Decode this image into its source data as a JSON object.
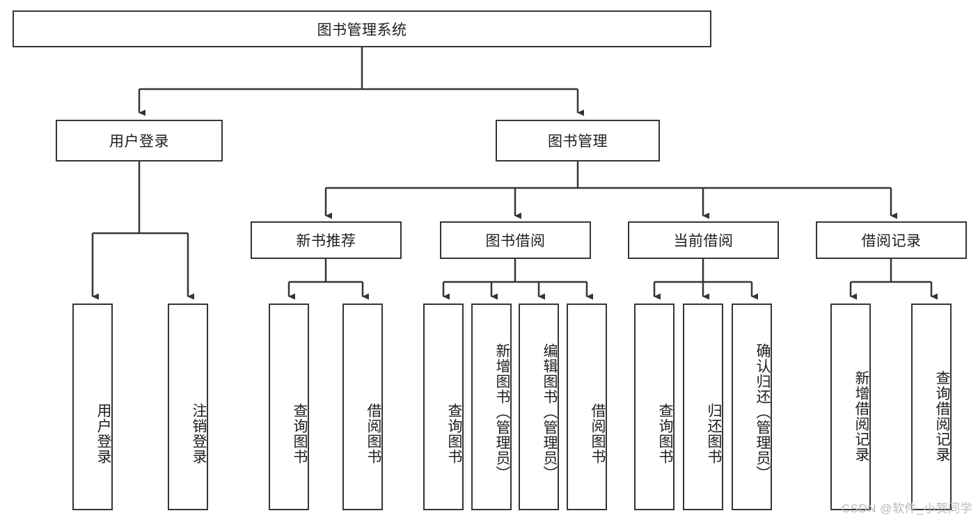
{
  "diagram": {
    "title_node": {
      "label": "图书管理系统"
    },
    "level2": [
      {
        "id": "user-login",
        "label": "用户登录"
      },
      {
        "id": "book-management",
        "label": "图书管理"
      }
    ],
    "level3": [
      {
        "id": "new-book-recommend",
        "label": "新书推荐"
      },
      {
        "id": "book-borrow",
        "label": "图书借阅"
      },
      {
        "id": "current-borrow",
        "label": "当前借阅"
      },
      {
        "id": "borrow-record",
        "label": "借阅记录"
      }
    ],
    "leaves": {
      "user_login": [
        {
          "id": "leaf-user-login",
          "label": "用户登录"
        },
        {
          "id": "leaf-logout",
          "label": "注销登录"
        }
      ],
      "new_book_recommend": [
        {
          "id": "leaf-query-book-1",
          "label": "查询图书"
        },
        {
          "id": "leaf-borrow-book-1",
          "label": "借阅图书"
        }
      ],
      "book_borrow": [
        {
          "id": "leaf-query-book-2",
          "label": "查询图书"
        },
        {
          "id": "leaf-add-book",
          "label": "新增图书（管理员）"
        },
        {
          "id": "leaf-edit-book",
          "label": "编辑图书（管理员）"
        },
        {
          "id": "leaf-borrow-book-2",
          "label": "借阅图书"
        }
      ],
      "current_borrow": [
        {
          "id": "leaf-query-book-3",
          "label": "查询图书"
        },
        {
          "id": "leaf-return-book",
          "label": "归还图书"
        },
        {
          "id": "leaf-confirm-return",
          "label": "确认归还（管理员）"
        }
      ],
      "borrow_record": [
        {
          "id": "leaf-add-record",
          "label": "新增借阅记录"
        },
        {
          "id": "leaf-query-record",
          "label": "查询借阅记录"
        }
      ]
    }
  },
  "watermark": {
    "text": "CSDN @软件_小贺同学"
  },
  "colors": {
    "stroke": "#353535",
    "text": "#1d1d1d",
    "background": "#ffffff",
    "watermark": "#b9b9b9"
  }
}
